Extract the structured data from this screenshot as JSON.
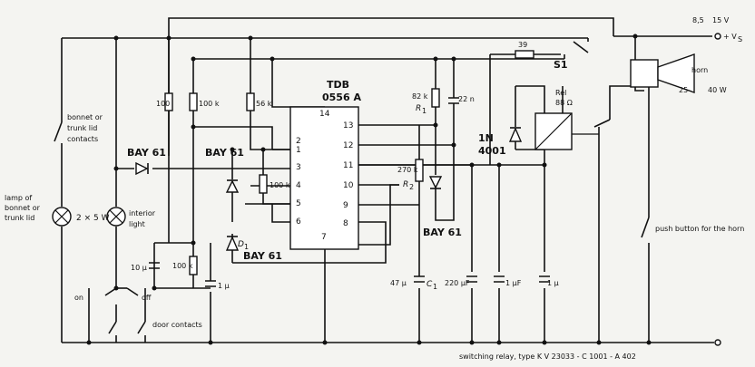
{
  "supply": {
    "v1": "8,5",
    "v2": "15 V",
    "node": "+ V",
    "node_sub": "S"
  },
  "ic": {
    "name": "TDB",
    "part": "0556 A",
    "pins": [
      "14",
      "1",
      "2",
      "3",
      "4",
      "5",
      "6",
      "7",
      "13",
      "12",
      "11",
      "10",
      "9",
      "8"
    ]
  },
  "resistors": {
    "r100": "100",
    "r100k": "100 k",
    "r56k": "56 k",
    "r100k_b": "100 k",
    "r82k": "82 k",
    "r1": "R",
    "r1_sub": "1",
    "r270k": "270 k",
    "r2": "R",
    "r2_sub": "2",
    "r39": "39",
    "r100k_c": "100 k"
  },
  "capacitors": {
    "c22n": "22 n",
    "c10u": "10 μ",
    "c1u_a": "1 μ",
    "c47u": "47 μ",
    "c1": "C",
    "c1_sub": "1",
    "c220u": "220 μF",
    "c1uf": "1 μF",
    "c1u_b": "1 μ"
  },
  "diodes": {
    "bay61_a": "BAY 61",
    "bay61_b": "BAY 61",
    "bay61_c": "BAY 61",
    "bay61_d": "BAY 61",
    "d1": "D",
    "d1_sub": "1",
    "n4001_a": "1N",
    "n4001_b": "4001"
  },
  "switches": {
    "s1": "S1",
    "bonnet": [
      "bonnet or",
      "trunk lid",
      "contacts"
    ],
    "on": "on",
    "off": "off",
    "door": "door contacts",
    "push": "push button for the horn"
  },
  "lamps": {
    "lamp_label": [
      "lamp of",
      "bonnet or",
      "trunk lid"
    ],
    "lamp_rating": "2 × 5 W",
    "interior": [
      "interior",
      "light"
    ]
  },
  "relay": {
    "name": "Rel",
    "ohm": "88 Ω",
    "footer": "switching relay, type K V 23033 - C 1001 - A 402"
  },
  "horn": {
    "name": "horn",
    "rating1": "25",
    "rating2": "40 W"
  }
}
